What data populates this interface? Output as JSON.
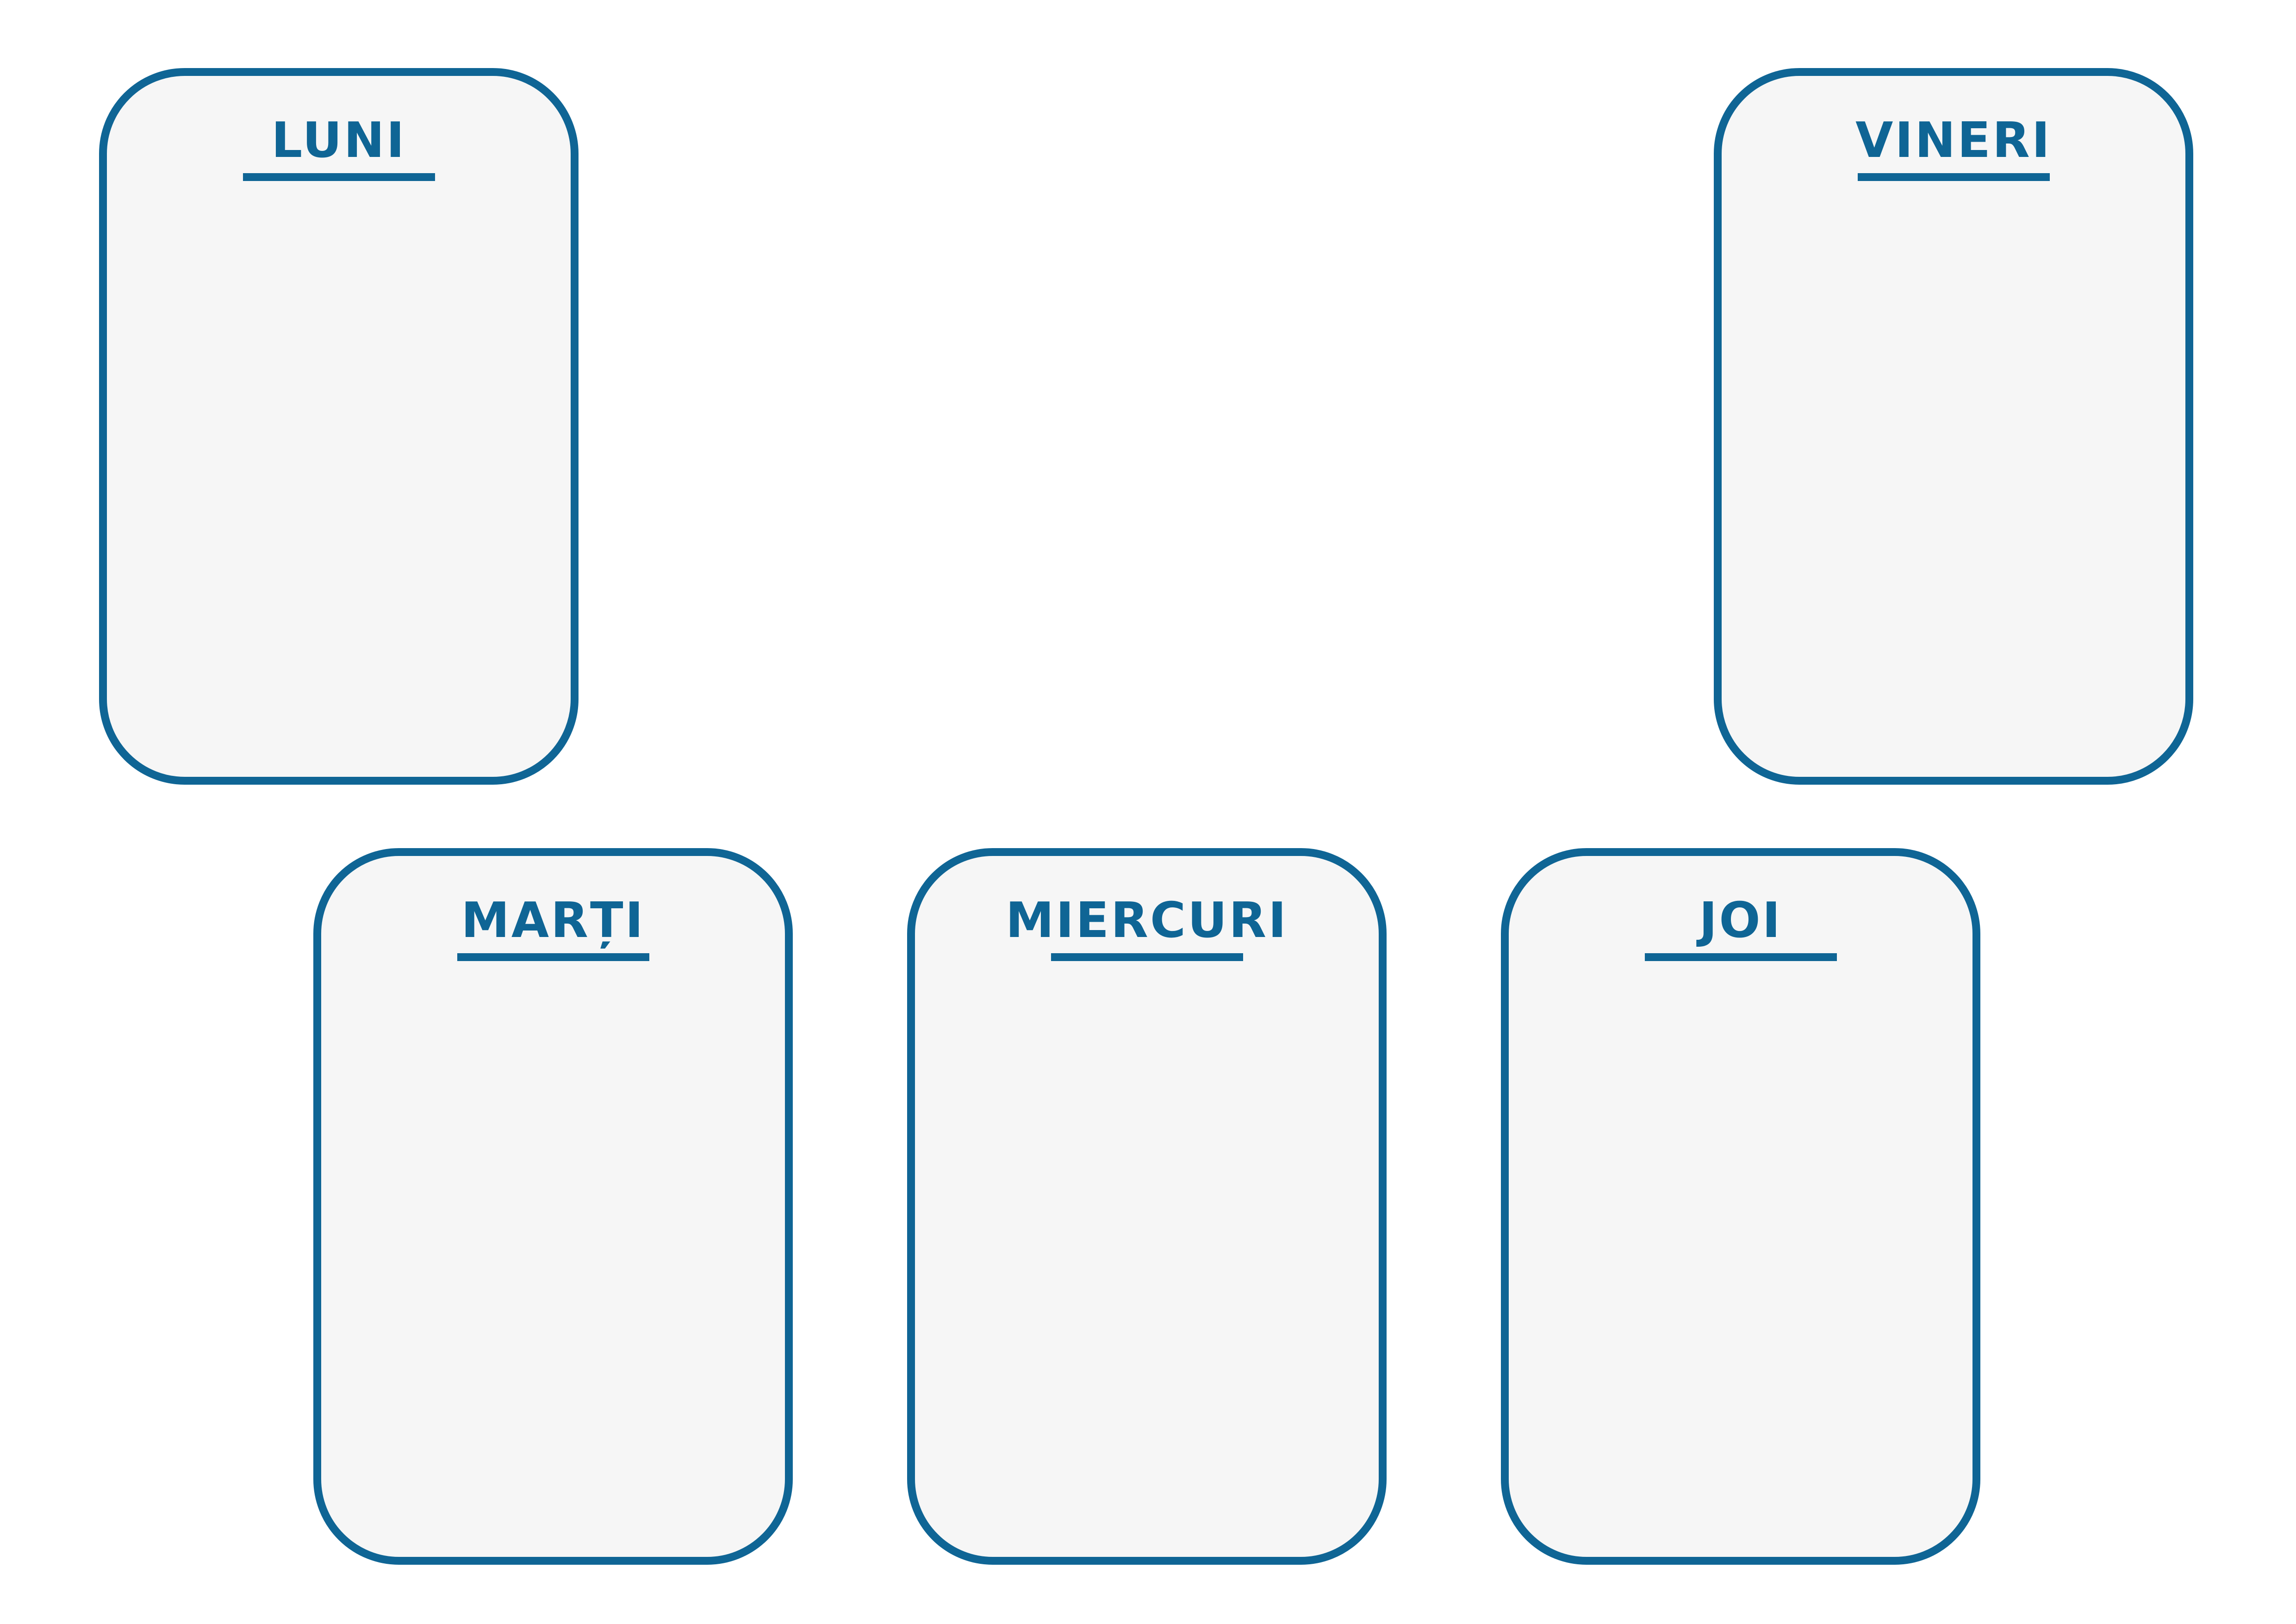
{
  "colors": {
    "accent": "#0f6595",
    "card_fill": "#f6f6f6",
    "background": "#ffffff"
  },
  "days": {
    "monday": "LUNI",
    "tuesday": "MARȚI",
    "wednesday": "MIERCURI",
    "thursday": "JOI",
    "friday": "VINERI"
  }
}
